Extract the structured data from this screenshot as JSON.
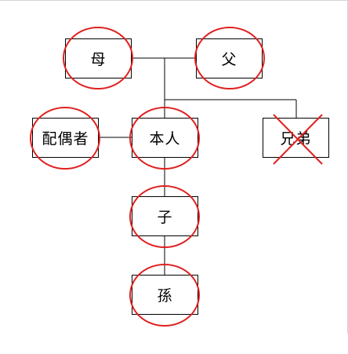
{
  "diagram": {
    "nodes": {
      "mother": {
        "label": "母",
        "circled": true
      },
      "father": {
        "label": "父",
        "circled": true
      },
      "spouse": {
        "label": "配偶者",
        "circled": true
      },
      "self": {
        "label": "本人",
        "circled": true
      },
      "sibling": {
        "label": "兄弟",
        "crossed": true
      },
      "child": {
        "label": "子",
        "circled": true
      },
      "grandchild": {
        "label": "孫",
        "circled": true
      }
    },
    "colors": {
      "line": "#000000",
      "mark": "#e02020"
    }
  }
}
